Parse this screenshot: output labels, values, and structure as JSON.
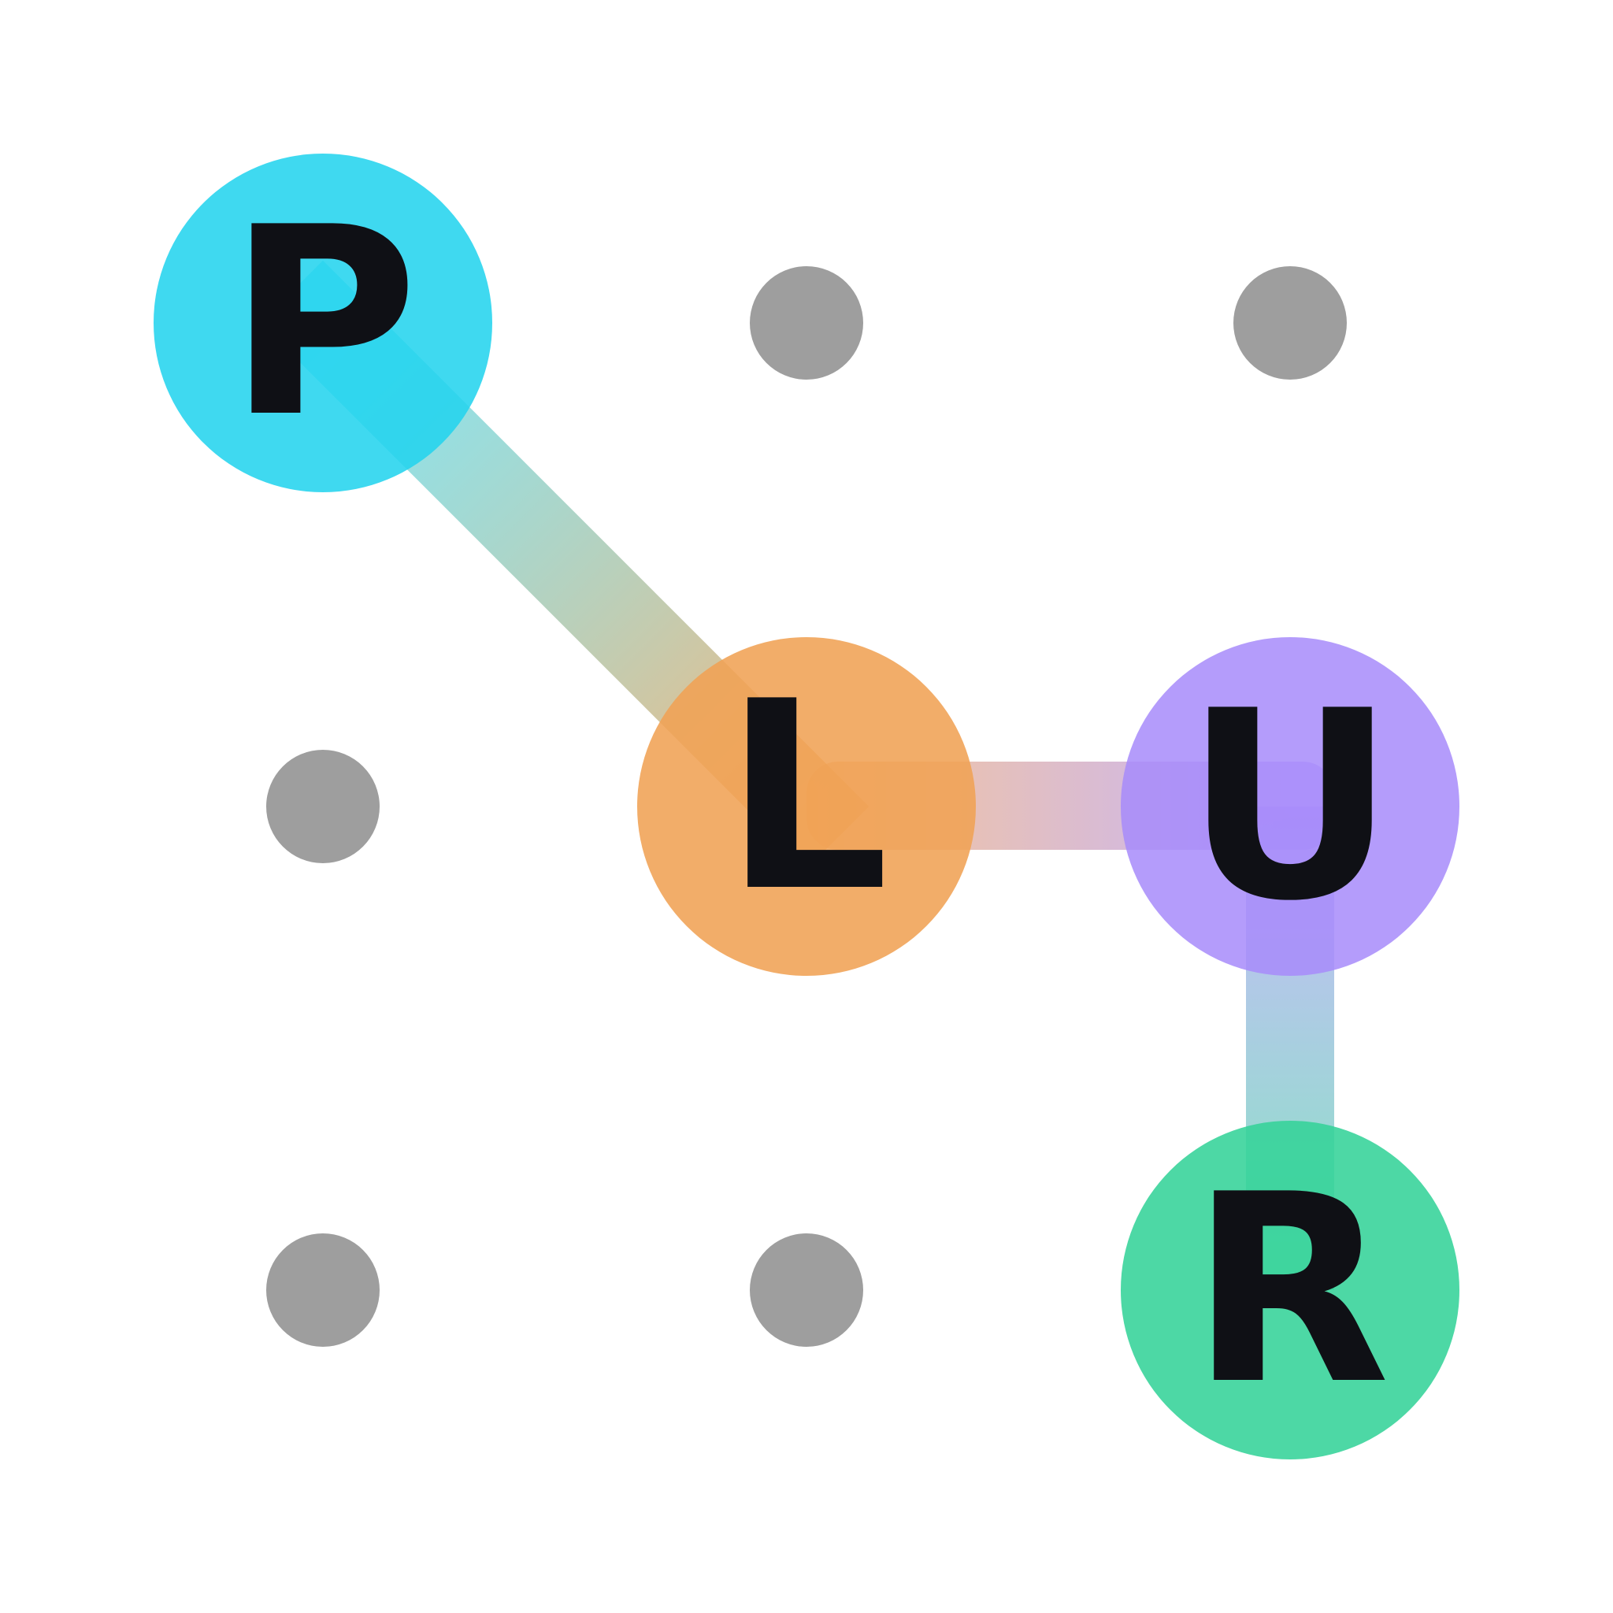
{
  "logo": {
    "nodes": [
      {
        "id": "p",
        "letter": "P",
        "color": "#22d3ee"
      },
      {
        "id": "l",
        "letter": "L",
        "color": "#f0a254"
      },
      {
        "id": "u",
        "letter": "U",
        "color": "#a78bfa"
      },
      {
        "id": "r",
        "letter": "R",
        "color": "#34d399"
      }
    ],
    "dot_color": "#9e9e9e",
    "letter_color": "#0f1015",
    "background": "#ffffff"
  }
}
